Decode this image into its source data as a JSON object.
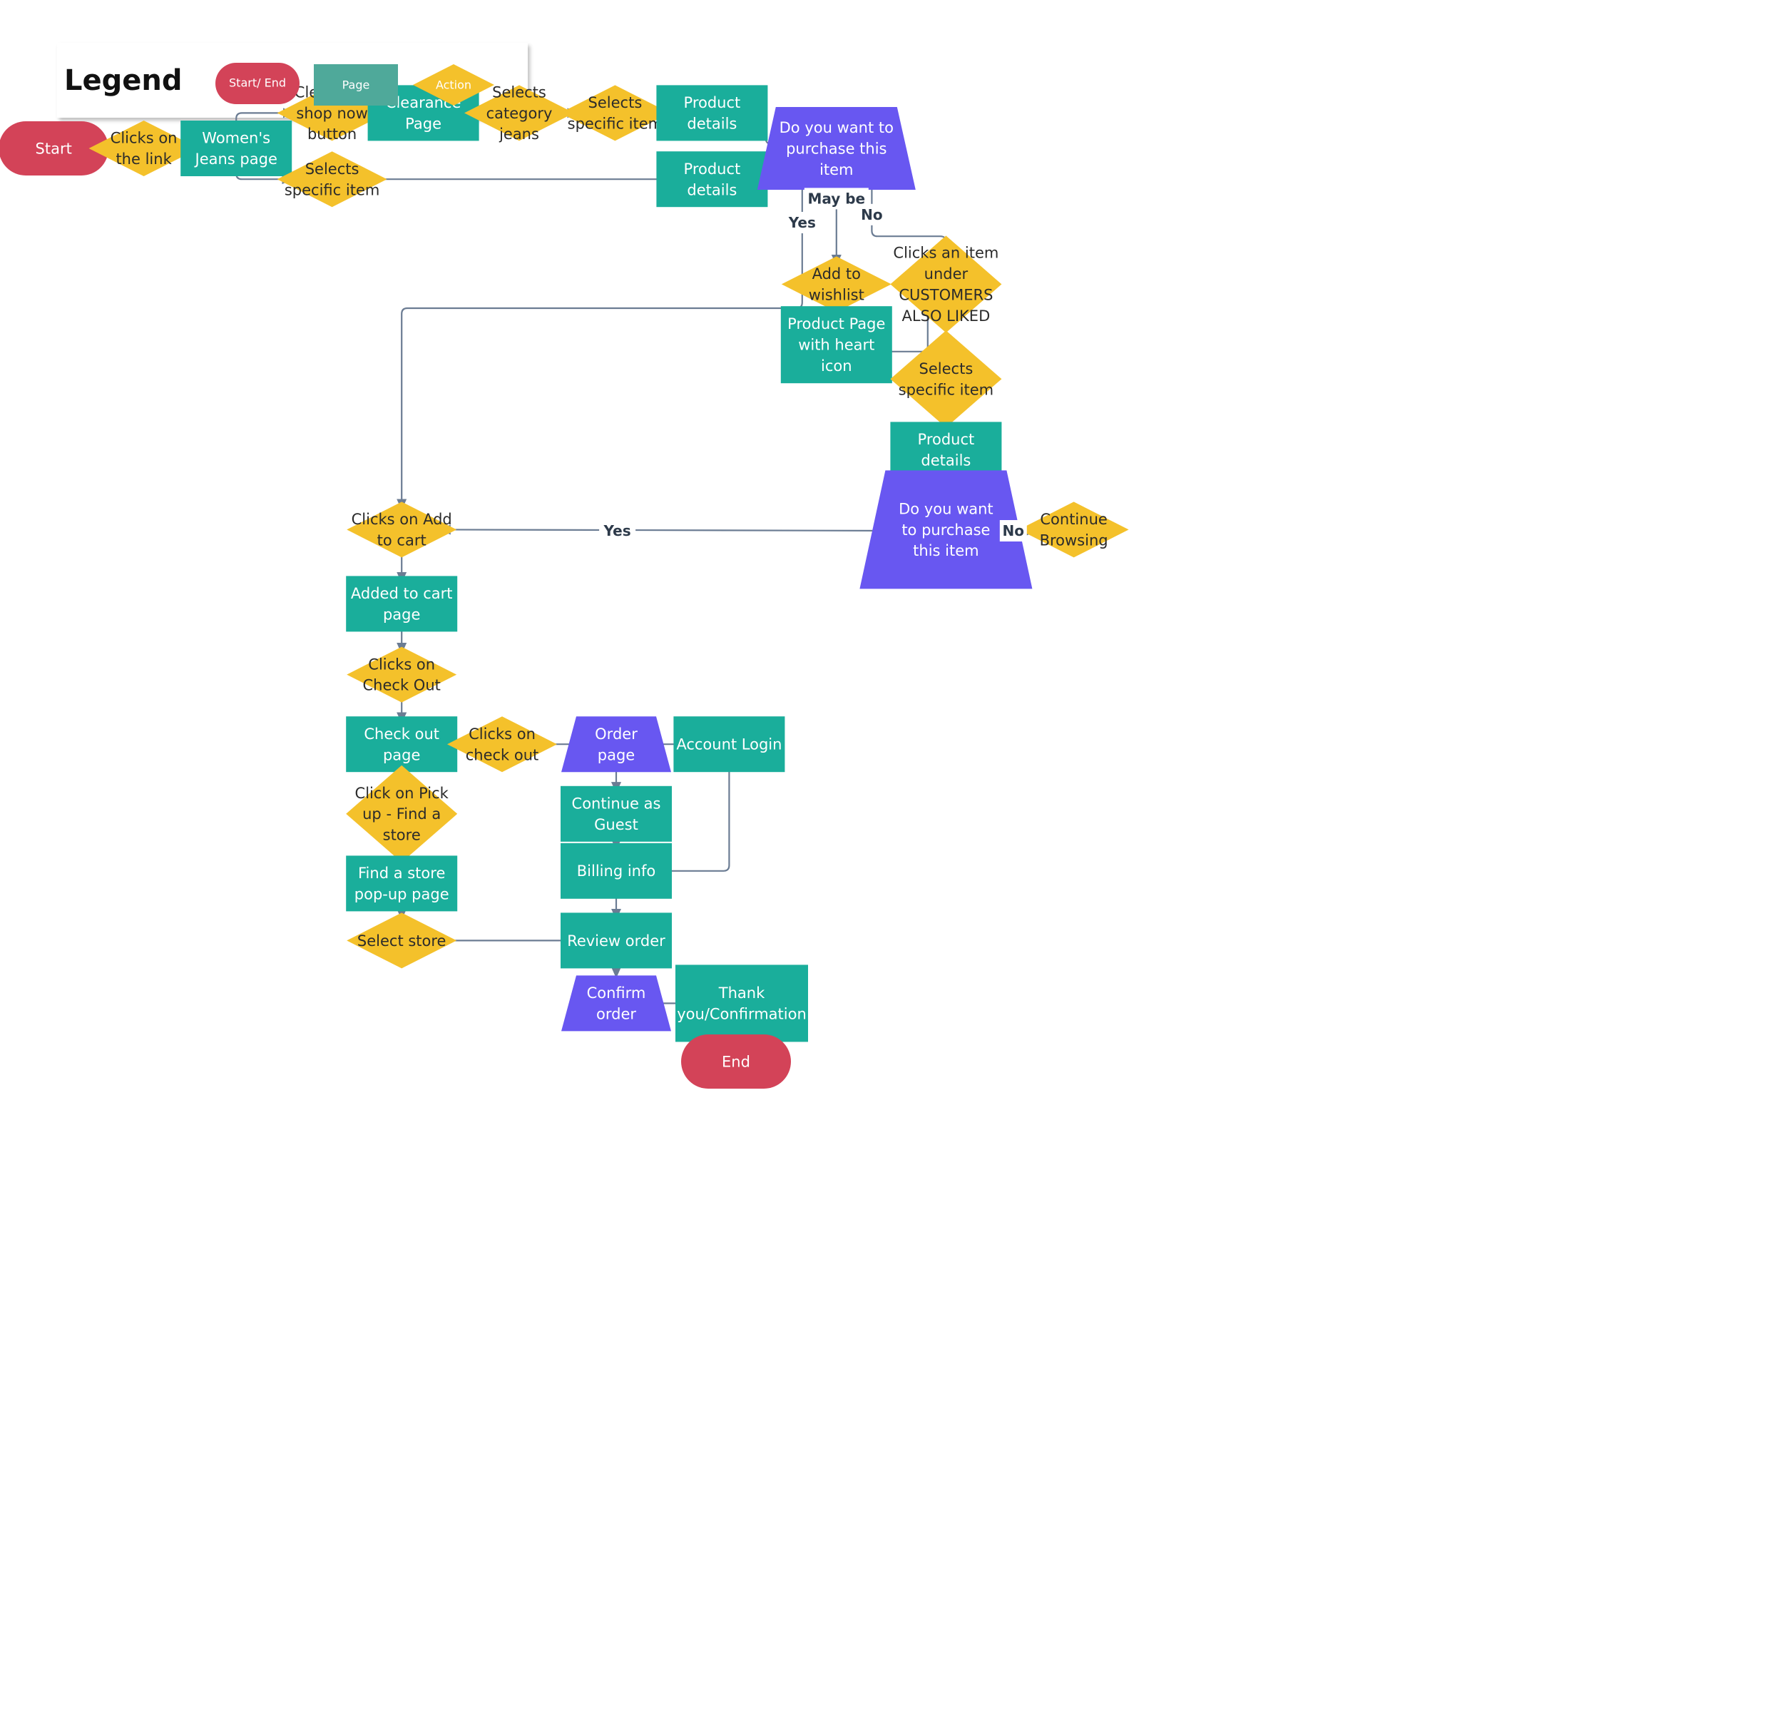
{
  "legend": {
    "title": "Legend",
    "start_end": "Start/ End",
    "page": "Page",
    "action": "Action"
  },
  "colors": {
    "start_end": "#D34358",
    "page": "#1AAE9B",
    "legend_page": "#4FA99A",
    "action": "#F4C12B",
    "decision": "#6857F1",
    "connector": "#6B7C93"
  },
  "nodes": {
    "start": "Start",
    "clicks_link": "Clicks on|the link",
    "womens_jeans": "Women's|Jeans page",
    "clearance_button": "Clearance|shop now|button",
    "clearance_page": "Clearance|Page",
    "selects_category": "Selects|category|jeans",
    "selects_item_top": "Selects|specific item",
    "product_details_1": "Product|details",
    "selects_item_mid": "Selects|specific item",
    "product_details_2": "Product|details",
    "decision_1": "Do you want to|purchase this|item",
    "add_wishlist": "Add to|wishlist",
    "product_heart": "Product Page|with heart|icon",
    "clicks_also_liked": "Clicks an item|under|CUSTOMERS|ALSO LIKED",
    "selects_item_right": "Selects|specific item",
    "product_details_3": "Product|details",
    "decision_2": "Do you want|to purchase|this item",
    "continue_browsing": "Continue|Browsing",
    "clicks_add_cart": "Clicks on Add|to cart",
    "added_cart_page": "Added to cart|page",
    "clicks_checkout_1": "Clicks on|Check Out",
    "checkout_page": "Check out|page",
    "clicks_checkout_2": "Clicks on|check out",
    "order_page": "Order|page",
    "account_login": "Account Login",
    "continue_guest": "Continue as|Guest",
    "billing_info": "Billing info",
    "click_pickup": "Click on Pick|up - Find a|store",
    "find_store": "Find a store|pop-up page",
    "select_store": "Select store",
    "review_order": "Review order",
    "confirm_order": "Confirm|order",
    "thank_you": "Thank|you/Confirmation",
    "end": "End"
  },
  "edge_labels": {
    "yes_1": "Yes",
    "maybe": "May be",
    "no_1": "No",
    "yes_2": "Yes",
    "no_2": "No"
  }
}
